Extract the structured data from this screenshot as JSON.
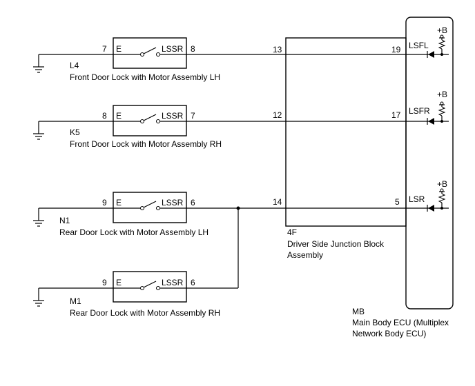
{
  "switches": [
    {
      "id": "l4",
      "pin_e": "7",
      "pin_out": "8",
      "e_label": "E",
      "sig_label": "LSSR",
      "code": "L4",
      "name": "Front Door Lock with Motor Assembly LH"
    },
    {
      "id": "k5",
      "pin_e": "8",
      "pin_out": "7",
      "e_label": "E",
      "sig_label": "LSSR",
      "code": "K5",
      "name": "Front Door Lock with Motor Assembly RH"
    },
    {
      "id": "n1",
      "pin_e": "9",
      "pin_out": "6",
      "e_label": "E",
      "sig_label": "LSSR",
      "code": "N1",
      "name": "Rear Door Lock with Motor Assembly LH"
    },
    {
      "id": "m1",
      "pin_e": "9",
      "pin_out": "6",
      "e_label": "E",
      "sig_label": "LSSR",
      "code": "M1",
      "name": "Rear Door Lock with Motor Assembly RH"
    }
  ],
  "junction_block": {
    "code": "4F",
    "name_line1": "Driver Side Junction Block",
    "name_line2": "Assembly",
    "pins_in": [
      "13",
      "12",
      "14"
    ],
    "pins_out": [
      "19",
      "17",
      "5"
    ]
  },
  "ecu": {
    "code": "MB",
    "name_line1": "Main Body ECU (Multiplex",
    "name_line2": "Network Body ECU)",
    "signals": [
      "LSFL",
      "LSFR",
      "LSR"
    ],
    "supply_label": "+B"
  }
}
